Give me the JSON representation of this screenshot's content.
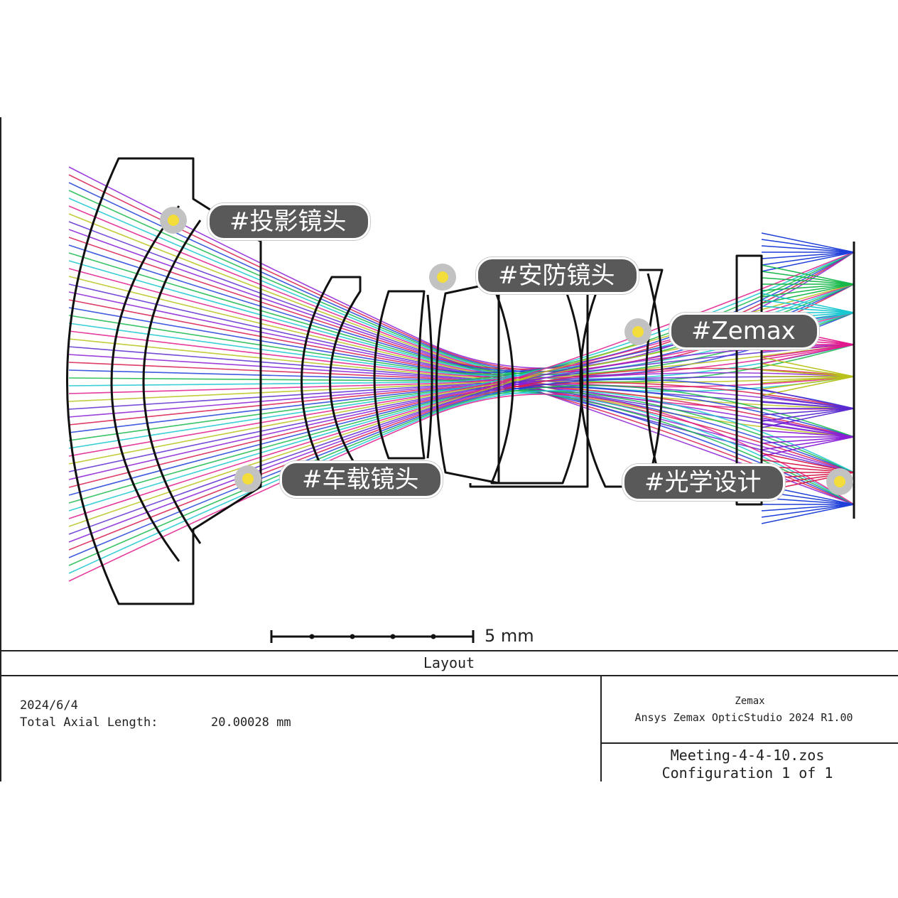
{
  "tags": [
    {
      "id": "projection",
      "text": "#投影镜头"
    },
    {
      "id": "security",
      "text": "#安防镜头"
    },
    {
      "id": "zemax",
      "text": "#Zemax"
    },
    {
      "id": "automotive",
      "text": "#车载镜头"
    },
    {
      "id": "optical",
      "text": "#光学设计"
    }
  ],
  "scale_bar": {
    "label": "5 mm"
  },
  "title_block": {
    "title": "Layout",
    "date": "2024/6/4",
    "axial_label": "Total Axial Length:",
    "axial_value": "20.00028 mm",
    "company": "Zemax",
    "product": "Ansys Zemax OpticStudio 2024 R1.00",
    "filename": "Meeting-4-4-10.zos",
    "configuration": "Configuration 1 of 1"
  },
  "ray_colors": [
    "#8a1fd6",
    "#d81b4a",
    "#1f3fd9",
    "#17b84a",
    "#19c7d0",
    "#e01a8c",
    "#b8c21a",
    "#5a2bd0"
  ]
}
